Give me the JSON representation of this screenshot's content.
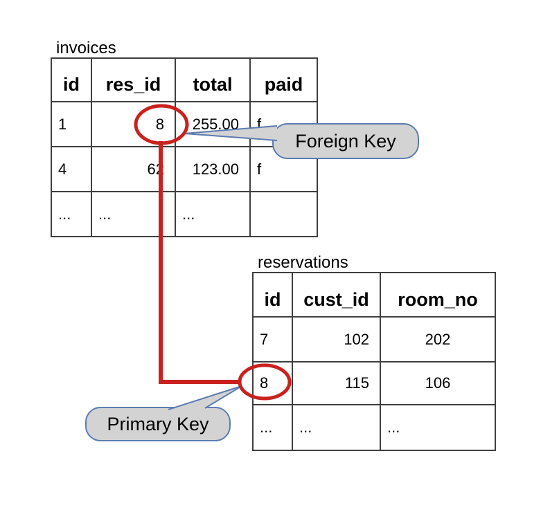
{
  "tables": {
    "invoices": {
      "title": "invoices",
      "columns": [
        "id",
        "res_id",
        "total",
        "paid"
      ],
      "rows": [
        [
          "1",
          "8",
          "255.00",
          "f"
        ],
        [
          "4",
          "62",
          "123.00",
          "f"
        ],
        [
          "...",
          "...",
          "...",
          ""
        ]
      ]
    },
    "reservations": {
      "title": "reservations",
      "columns": [
        "id",
        "cust_id",
        "room_no"
      ],
      "rows": [
        [
          "7",
          "102",
          "202"
        ],
        [
          "8",
          "115",
          "106"
        ],
        [
          "...",
          "...",
          "..."
        ]
      ]
    }
  },
  "callouts": {
    "foreign_key_label": "Foreign Key",
    "primary_key_label": "Primary Key"
  },
  "colors": {
    "highlight_red": "#c9211e",
    "callout_fill": "#d3d3d3",
    "callout_border": "#5b7cb0",
    "table_border": "#3f3f3f"
  }
}
